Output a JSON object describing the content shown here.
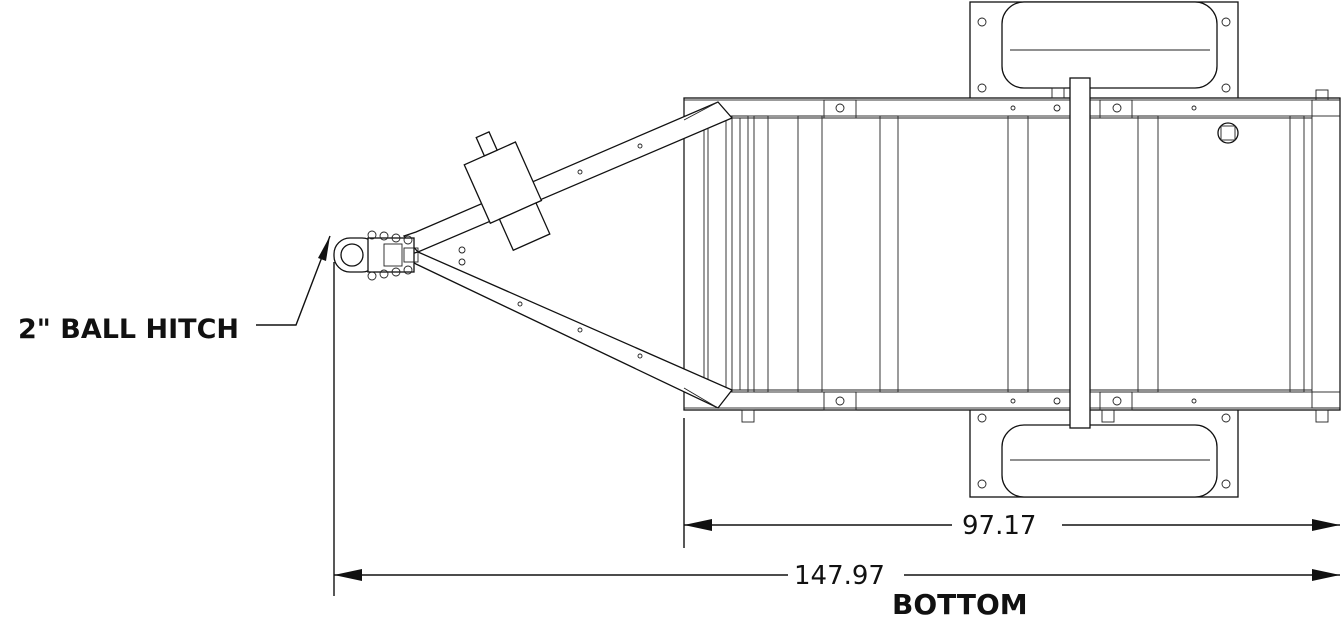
{
  "callouts": {
    "hitch_label": "2\" BALL HITCH"
  },
  "dimensions": {
    "frame_length": "97.17",
    "overall_length": "147.97"
  },
  "view_title": "BOTTOM",
  "colors": {
    "line": "#111111",
    "background": "#ffffff"
  }
}
